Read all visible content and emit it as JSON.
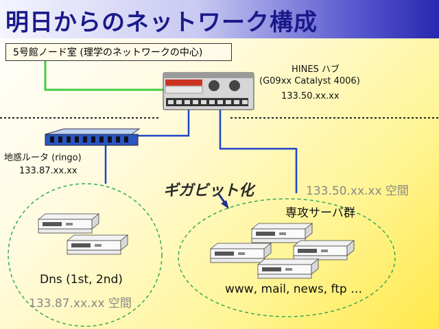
{
  "title": "明日からのネットワーク構成",
  "room_label": "5号館ノード室 (理学のネットワークの中心)",
  "hines": {
    "name": "HINES ハブ",
    "model": "(G09xx Catalyst 4006)",
    "address": "133.50.xx.xx"
  },
  "router": {
    "name": "地惑ルータ (ringo)",
    "address": "133.87.xx.xx"
  },
  "gigabit_label": "ギガビット化",
  "dns_group": {
    "name": "Dns (1st, 2nd)",
    "space": "133.87.xx.xx 空間"
  },
  "server_group": {
    "space": "133.50.xx.xx 空間",
    "name": "専攻サーバ群",
    "services": "www, mail, news, ftp …"
  },
  "colors": {
    "title_text": "#1a1a8a",
    "green_link": "#44cc44",
    "blue_link": "#1f44c8",
    "dotted_line": "#222222",
    "ellipse": "#33aa55"
  }
}
